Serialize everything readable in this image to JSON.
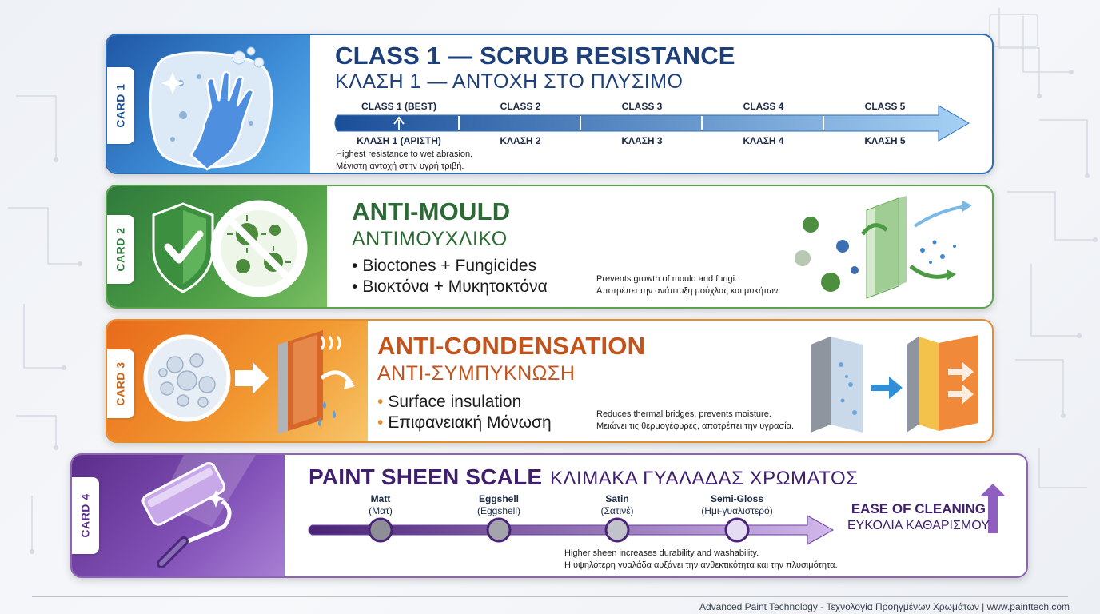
{
  "card1": {
    "tab": "CARD 1",
    "title_en": "CLASS 1 — SCRUB RESISTANCE",
    "title_gr": "ΚΛΑΣΗ 1 — ΑΝΤΟΧΗ ΣΤΟ ΠΛΥΣΙΜΟ",
    "classes": [
      {
        "top": "CLASS 1 (BEST)",
        "bottom": "ΚΛΑΣΗ 1 (ΑΡΙΣΤΗ)"
      },
      {
        "top": "CLASS 2",
        "bottom": "ΚΛΑΣΗ 2"
      },
      {
        "top": "CLASS 3",
        "bottom": "ΚΛΑΣΗ 3"
      },
      {
        "top": "CLASS 4",
        "bottom": "ΚΛΑΣΗ 4"
      },
      {
        "top": "CLASS 5",
        "bottom": "ΚΛΑΣΗ 5"
      }
    ],
    "note_en": "Highest resistance to wet abrasion.",
    "note_gr": "Μέγιστη αντοχή στην υγρή τριβή.",
    "icon": "sponge-glove-icon"
  },
  "card2": {
    "tab": "CARD 2",
    "title_en": "ANTI-MOULD",
    "title_gr": "ΑΝΤΙΜΟΥΧΛΙΚΟ",
    "bullets": [
      "Bioctones + Fungicides",
      "Βιοκτόνα + Μυκητοκτόνα"
    ],
    "note_en": "Prevents growth of mould and fungi.",
    "note_gr": "Αποτρέπει την ανάπτυξη μούχλας και μυκήτων.",
    "icon": "shield-no-mould-icon"
  },
  "card3": {
    "tab": "CARD 3",
    "title_en": "ANTI-CONDENSATION",
    "title_gr": "ΑΝΤΙ-ΣΥΜΠΥΚΝΩΣΗ",
    "bullets": [
      "Surface insulation",
      "Επιφανειακή Μόνωση"
    ],
    "note_en": "Reduces thermal bridges, prevents moisture.",
    "note_gr": "Μειώνει τις θερμογέφυρες, αποτρέπει την υγρασία.",
    "icon": "microspheres-wall-icon"
  },
  "card4": {
    "tab": "CARD 4",
    "title_en": "PAINT SHEEN SCALE",
    "title_gr": "ΚΛΙΜΑΚΑ ΓΥΑΛΑΔΑΣ ΧΡΩΜΑΤΟΣ",
    "sheens": [
      {
        "en": "Matt",
        "gr": "(Ματ)"
      },
      {
        "en": "Eggshell",
        "gr": "(Eggshell)"
      },
      {
        "en": "Satin",
        "gr": "(Σατινέ)"
      },
      {
        "en": "Semi-Gloss",
        "gr": "(Ημι-γυαλιστερό)"
      }
    ],
    "ease_en": "EASE OF CLEANING",
    "ease_gr": "ΕΥΚΟΛΙΑ ΚΑΘΑΡΙΣΜΟΥ",
    "note_en": "Higher sheen increases durability and washability.",
    "note_gr": "Η υψηλότερη γυαλάδα αυξάνει την ανθεκτικότητα και την πλυσιμότητα.",
    "icon": "paint-roller-icon"
  },
  "footer": "Advanced Paint Technology - Τεχνολογία Προηγμένων Χρωμάτων | www.painttech.com",
  "colors": {
    "blue": "#2f6fb6",
    "green": "#5aa44e",
    "orange": "#e88c2a",
    "purple": "#8e63b6"
  }
}
